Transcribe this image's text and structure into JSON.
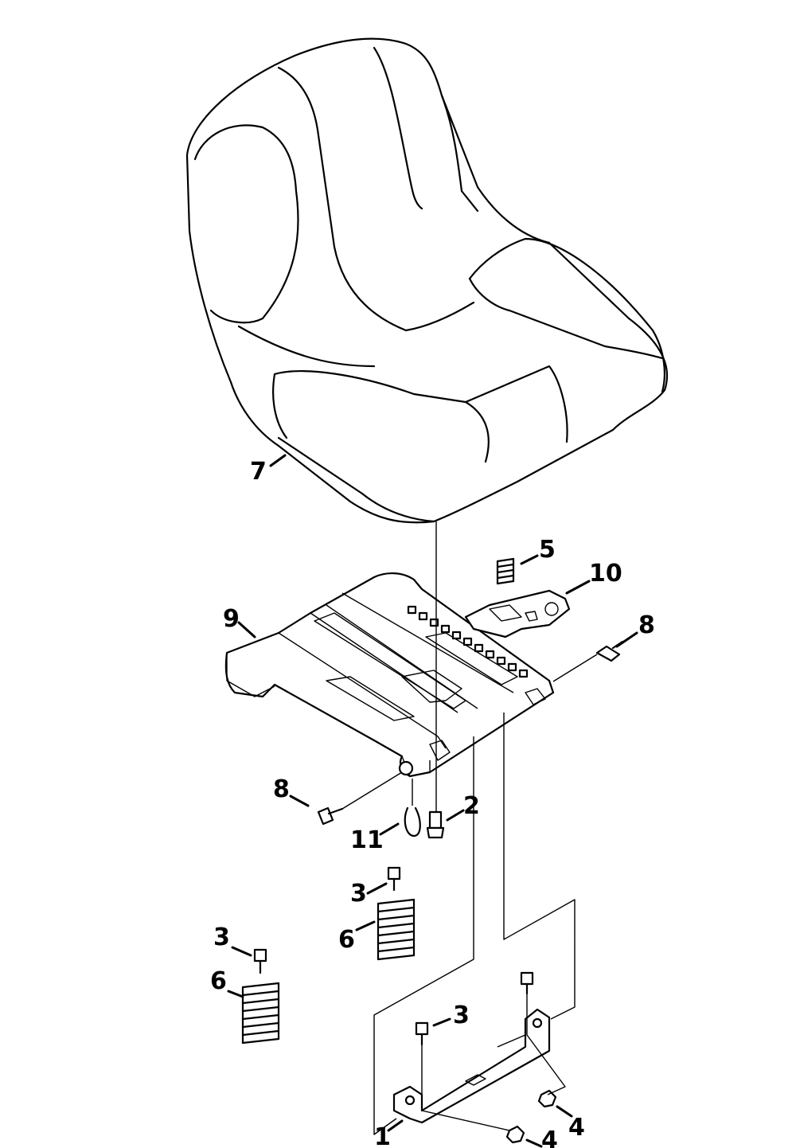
{
  "callouts": {
    "c1": "1",
    "c2": "2",
    "c3a": "3",
    "c3b": "3",
    "c3c": "3",
    "c4a": "4",
    "c4b": "4",
    "c5": "5",
    "c6a": "6",
    "c6b": "6",
    "c7": "7",
    "c8a": "8",
    "c8b": "8",
    "c9": "9",
    "c10": "10",
    "c11": "11"
  }
}
